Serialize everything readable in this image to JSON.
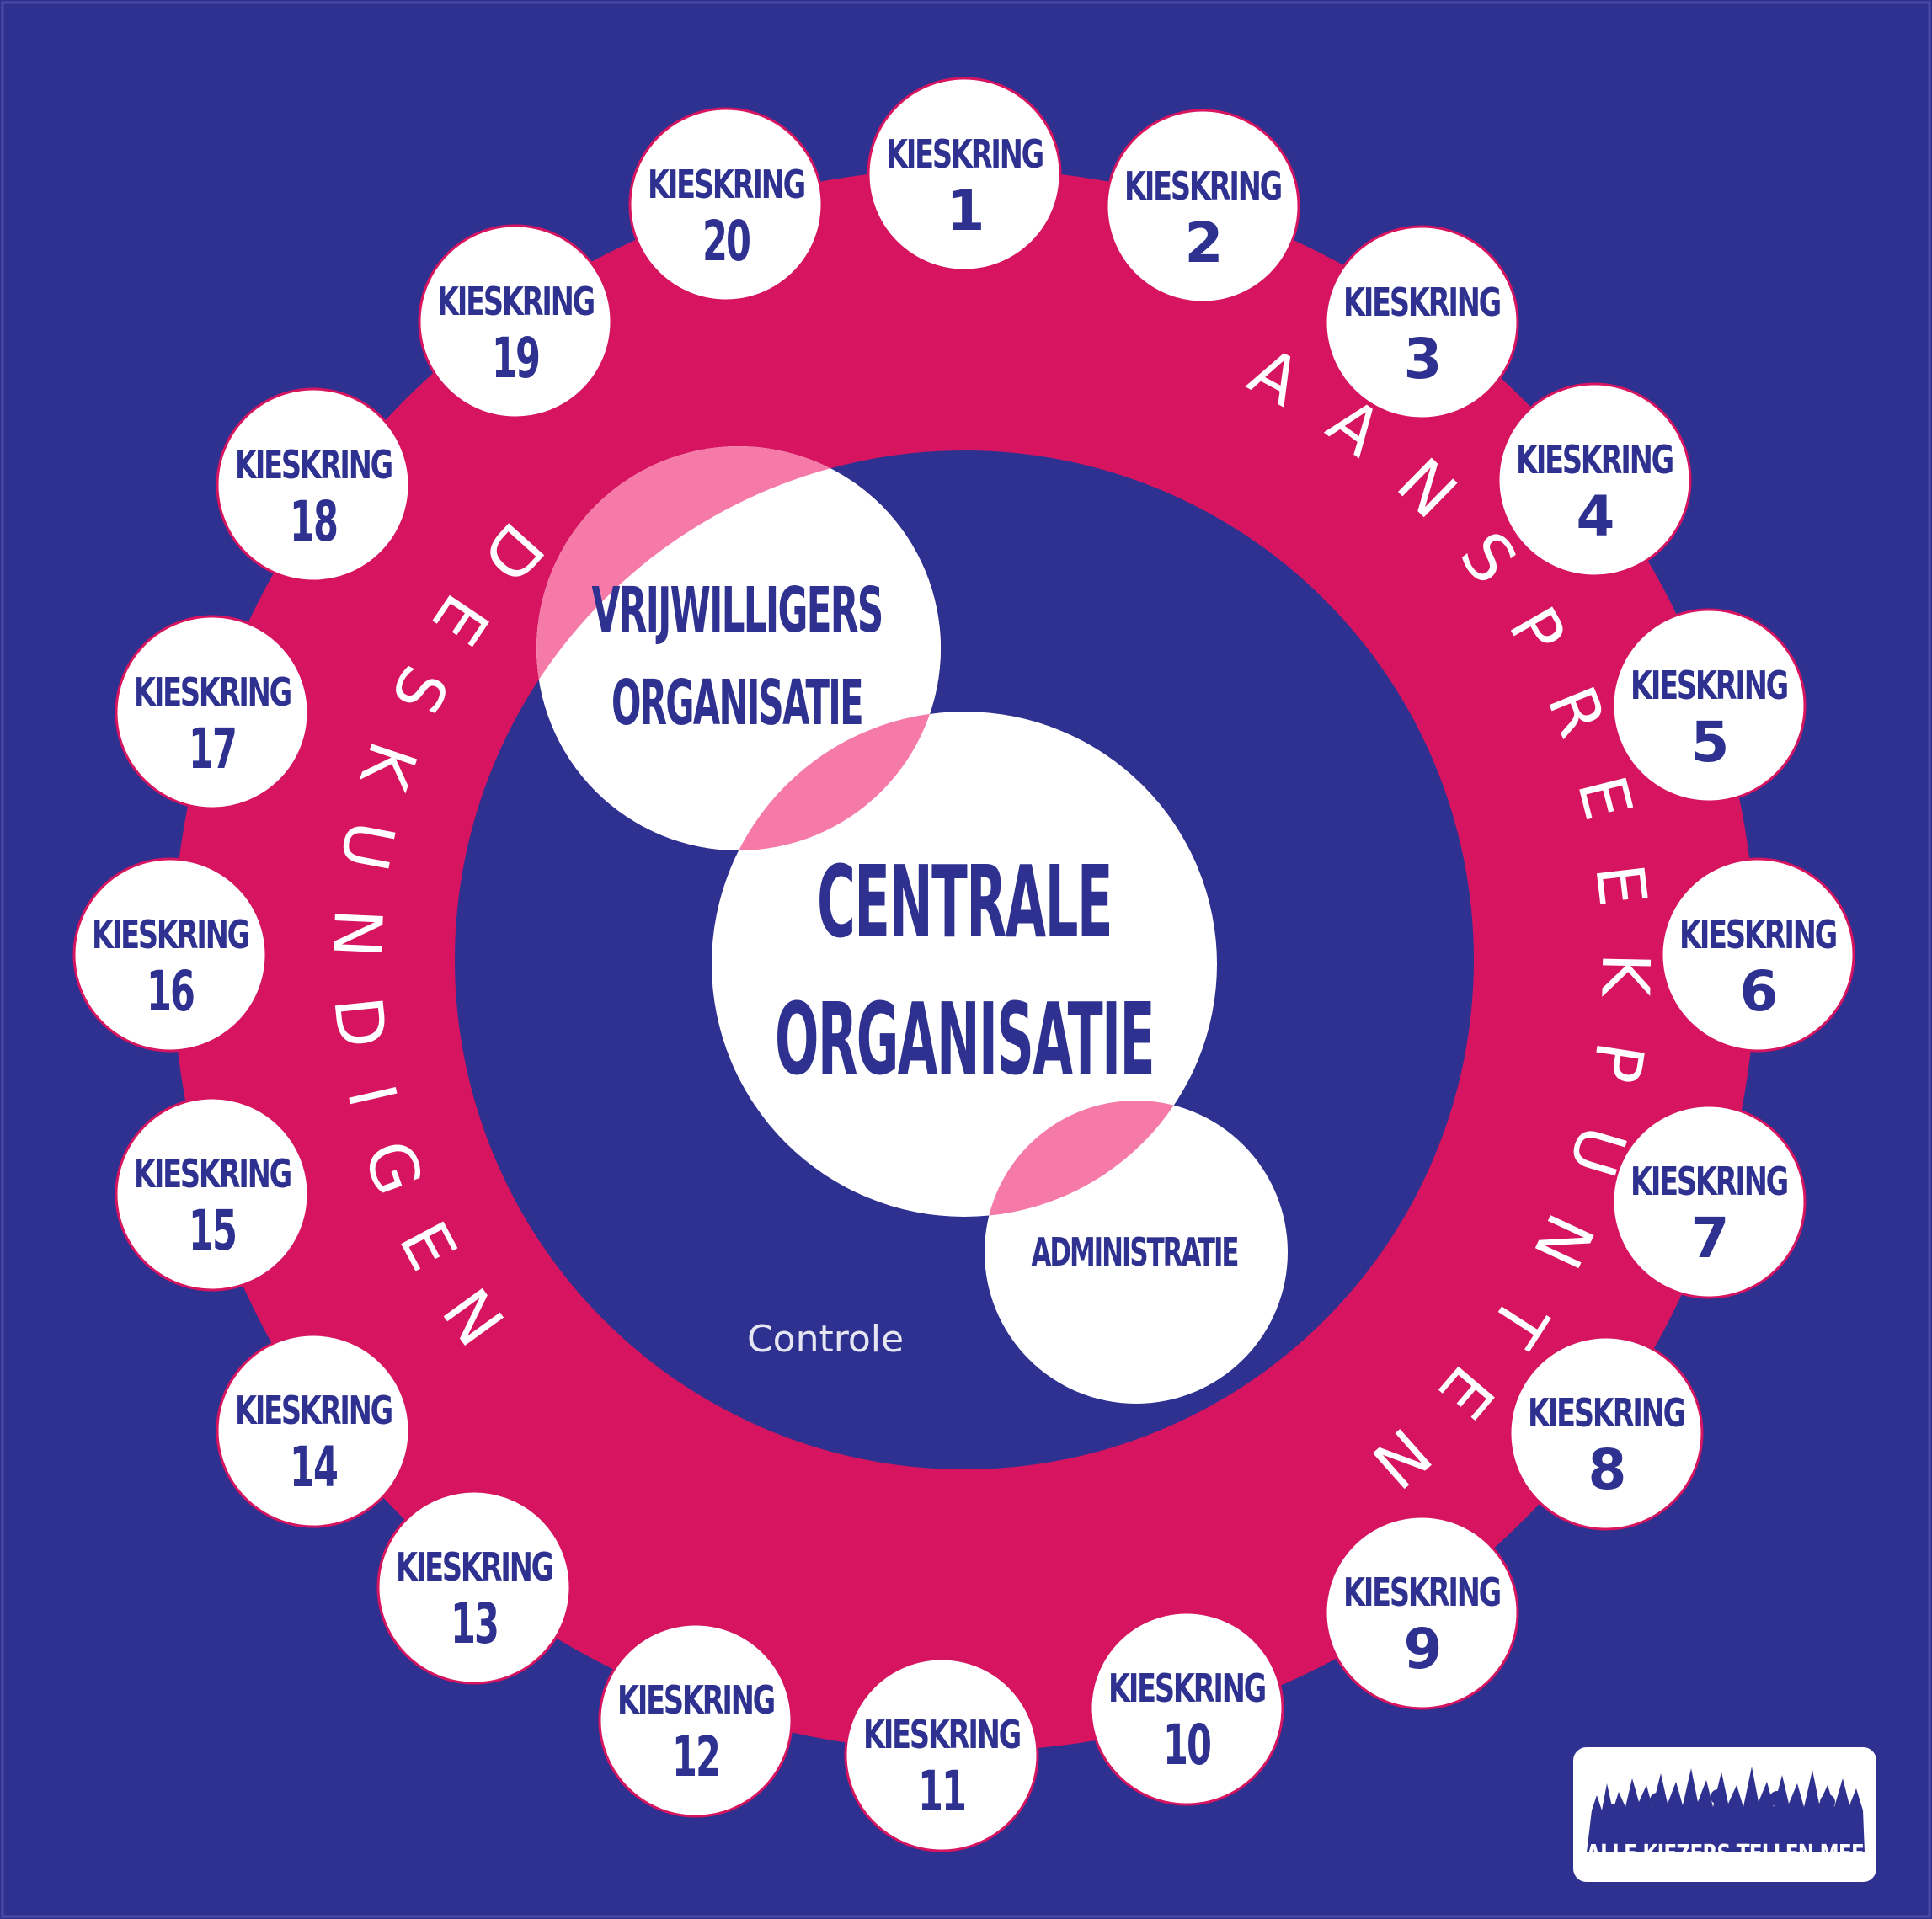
{
  "districts": [
    {
      "title": "KIESKRING",
      "number": "1"
    },
    {
      "title": "KIESKRING",
      "number": "2"
    },
    {
      "title": "KIESKRING",
      "number": "3"
    },
    {
      "title": "KIESKRING",
      "number": "4"
    },
    {
      "title": "KIESKRING",
      "number": "5"
    },
    {
      "title": "KIESKRING",
      "number": "6"
    },
    {
      "title": "KIESKRING",
      "number": "7"
    },
    {
      "title": "KIESKRING",
      "number": "8"
    },
    {
      "title": "KIESKRING",
      "number": "9"
    },
    {
      "title": "KIESKRING",
      "number": "10"
    },
    {
      "title": "KIESKRING",
      "number": "11"
    },
    {
      "title": "KIESKRING",
      "number": "12"
    },
    {
      "title": "KIESKRING",
      "number": "13"
    },
    {
      "title": "KIESKRING",
      "number": "14"
    },
    {
      "title": "KIESKRING",
      "number": "15"
    },
    {
      "title": "KIESKRING",
      "number": "16"
    },
    {
      "title": "KIESKRING",
      "number": "17"
    },
    {
      "title": "KIESKRING",
      "number": "18"
    },
    {
      "title": "KIESKRING",
      "number": "19"
    },
    {
      "title": "KIESKRING",
      "number": "20"
    }
  ],
  "center": {
    "line1": "CENTRALE",
    "line2": "ORGANISATIE"
  },
  "volunteers": {
    "line1": "VRIJWILLIGERS",
    "line2": "ORGANISATIE"
  },
  "administration": {
    "label": "ADMINISTRATIE"
  },
  "ring_labels": {
    "right": "AANSPREEKPUNTEN",
    "left": "DESKUNDIGEN"
  },
  "controle": "Controle",
  "logo": {
    "text": "ALLE KIEZERS TELLEN MEE"
  },
  "colors": {
    "background": "#2e3190",
    "ring": "#d6145f",
    "circle": "#ffffff",
    "overlap": "#f57aa8",
    "text": "#2e3190"
  }
}
